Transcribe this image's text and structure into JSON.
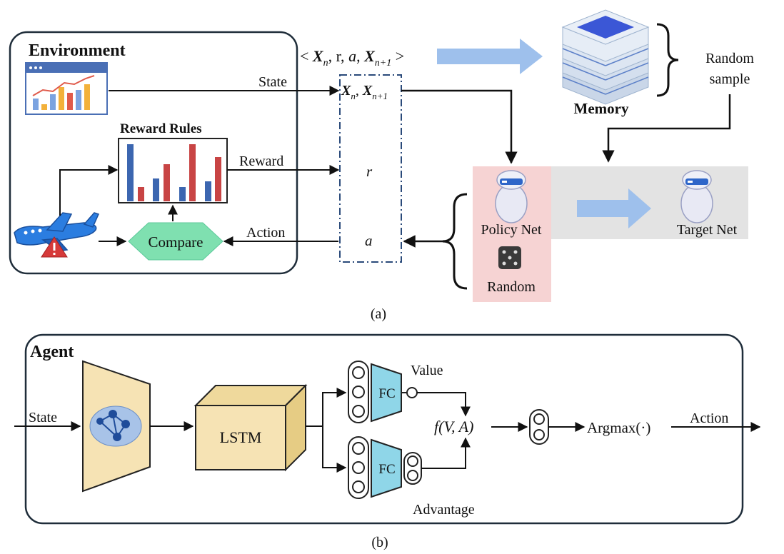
{
  "panel_a": {
    "environment": {
      "title": "Environment",
      "reward_rules": "Reward Rules",
      "compare": "Compare"
    },
    "tuple": "< X_n, r, a, X_{n+1} >",
    "signals": {
      "state": "State",
      "reward": "Reward",
      "action": "Action"
    },
    "buffer": {
      "state_vars": "X_n, X_{n+1}",
      "reward_var": "r",
      "action_var": "a"
    },
    "memory": "Memory",
    "random_sample": [
      "Random",
      "sample"
    ],
    "policy_net": "Policy Net",
    "target_net": "Target Net",
    "random": "Random",
    "caption": "(a)"
  },
  "panel_b": {
    "title": "Agent",
    "state": "State",
    "lstm": "LSTM",
    "fc_value": "FC",
    "fc_advantage": "FC",
    "value": "Value",
    "advantage": "Advantage",
    "combine": "f(V, A)",
    "argmax": "Argmax(·)",
    "action": "Action",
    "caption": "(b)"
  },
  "colors": {
    "accent_blue": "#8fb4e3",
    "compare_green": "#7fe0b0",
    "policy_pink": "#f6d3d3",
    "lstm_tan": "#f6e3b4",
    "fc_cyan": "#8fd6e8",
    "bar_blue": "#3c66b0",
    "bar_red": "#c84444"
  }
}
